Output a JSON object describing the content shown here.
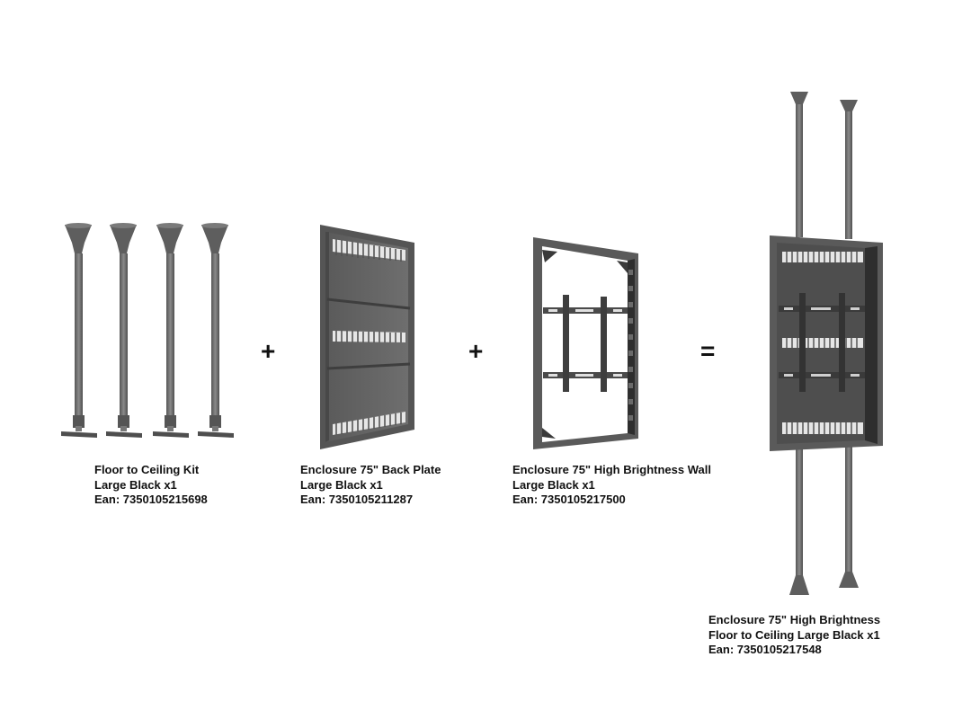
{
  "products": [
    {
      "name": "Floor to Ceiling Kit",
      "variant": "Large Black x1",
      "ean": "Ean: 7350105215698"
    },
    {
      "name": "Enclosure 75\" Back Plate",
      "variant": "Large Black x1",
      "ean": "Ean: 7350105211287"
    },
    {
      "name": "Enclosure 75\" High Brightness Wall",
      "variant": "Large Black x1",
      "ean": "Ean: 7350105217500"
    }
  ],
  "result": {
    "name": "Enclosure 75\" High Brightness",
    "variant": "Floor to Ceiling Large Black x1",
    "ean": "Ean: 7350105217548"
  },
  "operators": {
    "plus1": "+",
    "plus2": "+",
    "equals": "="
  },
  "colors": {
    "metal": "#6b6b6b",
    "metal_dark": "#4a4a4a",
    "metal_light": "#8a8a8a",
    "text": "#111111"
  }
}
